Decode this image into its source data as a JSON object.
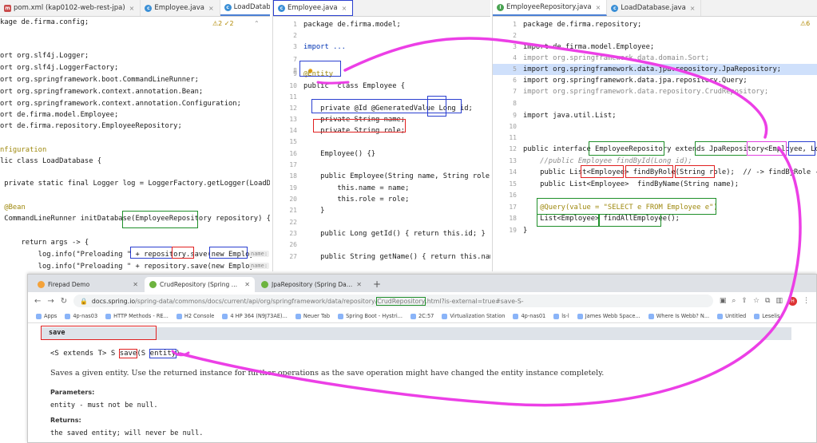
{
  "left": {
    "tabs": [
      {
        "label": "pom.xml (kap0102-web-rest-jpa)",
        "icon": "maven"
      },
      {
        "label": "Employee.java",
        "icon": "class"
      },
      {
        "label": "LoadDatabase.java",
        "icon": "class"
      }
    ],
    "warnings": "⚠2 ✓2",
    "lines": [
      "kage de.firma.config;",
      "",
      "",
      "ort org.slf4j.Logger;",
      "ort org.slf4j.LoggerFactory;",
      "ort org.springframework.boot.CommandLineRunner;",
      "ort org.springframework.context.annotation.Bean;",
      "ort org.springframework.context.annotation.Configuration;",
      "ort de.firma.model.Employee;",
      "ort de.firma.repository.EmployeeRepository;",
      "",
      "nfiguration",
      "lic class LoadDatabase {",
      "",
      " private static final Logger log = LoggerFactory.getLogger(LoadDataba",
      "",
      " @Bean",
      " CommandLineRunner initDatabase(EmployeeRepository repository) {",
      "",
      "     return args -> {",
      "         log.info(\"Preloading \" + repository.save(new Employee(",
      "         log.info(\"Preloading \" + repository.save(new Employee(",
      "     };",
      " }"
    ],
    "hint_label": "name:"
  },
  "middle": {
    "tab": "Employee.java",
    "lines": [
      {
        "n": "1",
        "t": "package de.firma.model;"
      },
      {
        "n": "2",
        "t": ""
      },
      {
        "n": "3",
        "t": "import ..."
      },
      {
        "n": "7",
        "t": ""
      },
      {
        "n": "8",
        "t": ""
      },
      {
        "n": "9",
        "t": "@Entity"
      },
      {
        "n": "10",
        "t": "public  class Employee {"
      },
      {
        "n": "11",
        "t": ""
      },
      {
        "n": "12",
        "t": "    private @Id @GeneratedValue Long id;"
      },
      {
        "n": "13",
        "t": "    private String name;"
      },
      {
        "n": "14",
        "t": "    private String role;"
      },
      {
        "n": "15",
        "t": ""
      },
      {
        "n": "16",
        "t": "    Employee() {}"
      },
      {
        "n": "17",
        "t": ""
      },
      {
        "n": "18",
        "t": "    public Employee(String name, String role) {"
      },
      {
        "n": "19",
        "t": "        this.name = name;"
      },
      {
        "n": "20",
        "t": "        this.role = role;"
      },
      {
        "n": "21",
        "t": "    }"
      },
      {
        "n": "22",
        "t": ""
      },
      {
        "n": "23",
        "t": "    public Long getId() { return this.id; }"
      },
      {
        "n": "26",
        "t": ""
      },
      {
        "n": "27",
        "t": "    public String getName() { return this.name;"
      }
    ]
  },
  "right": {
    "tabs": [
      {
        "label": "EmployeeRepository.java",
        "icon": "iface"
      },
      {
        "label": "LoadDatabase.java",
        "icon": "class"
      }
    ],
    "warnings": "⚠6",
    "lines": [
      {
        "n": "1",
        "t": "package de.firma.repository;"
      },
      {
        "n": "2",
        "t": ""
      },
      {
        "n": "3",
        "t": "import de.firma.model.Employee;"
      },
      {
        "n": "4",
        "t": "import org.springframework.data.domain.Sort;"
      },
      {
        "n": "5",
        "t": "import org.springframework.data.jpa.repository.JpaRepository;"
      },
      {
        "n": "6",
        "t": "import org.springframework.data.jpa.repository.Query;"
      },
      {
        "n": "7",
        "t": "import org.springframework.data.repository.CrudRepository;"
      },
      {
        "n": "8",
        "t": ""
      },
      {
        "n": "9",
        "t": "import java.util.List;"
      },
      {
        "n": "10",
        "t": ""
      },
      {
        "n": "11",
        "t": ""
      },
      {
        "n": "12",
        "t": "public interface EmployeeRepository extends JpaRepository<Employee, Long> {"
      },
      {
        "n": "13",
        "t": "    //public Employee findById(Long id);"
      },
      {
        "n": "14",
        "t": "    public List<Employee> findByRole(String role);  // -> findByRole -> Pr"
      },
      {
        "n": "15",
        "t": "    public List<Employee>  findByName(String name);"
      },
      {
        "n": "16",
        "t": ""
      },
      {
        "n": "17",
        "t": "    @Query(value = \"SELECT e FROM Employee e\")"
      },
      {
        "n": "18",
        "t": "    List<Employee> findAllEmployee();"
      },
      {
        "n": "19",
        "t": "}"
      }
    ]
  },
  "browser": {
    "tabs": [
      {
        "label": "Firepad Demo",
        "color": "#f4a23a"
      },
      {
        "label": "CrudRepository (Spring Data Co",
        "color": "#6db33f"
      },
      {
        "label": "JpaRepository (Spring Data JPA",
        "color": "#6db33f"
      }
    ],
    "url_host": "docs.spring.io",
    "url_path": "/spring-data/commons/docs/current/api/org/springframework/data/repository/",
    "url_highlight": "CrudRepository",
    "url_tail": ".html?is-external=true#save-S-",
    "bookmarks": [
      "Apps",
      "4p-nas03",
      "HTTP Methods - RE...",
      "H2 Console",
      "4 HP 364 (N9J73AE)...",
      "Neuer Tab",
      "Spring Boot - Hystri...",
      "2C:57",
      "Virtualization Station",
      "4p-nas01",
      "ls-l",
      "James Webb Space...",
      "Where Is Webb? N...",
      "Untitled",
      "Leselis"
    ],
    "method_heading": "save",
    "signature_pre": "<S extends T> S ",
    "signature_method": "save",
    "signature_mid": "(S ",
    "signature_param": "entity",
    "signature_post": ")",
    "description": "Saves a given entity. Use the returned instance for further operations as the save operation might have changed the entity instance completely.",
    "params_label": "Parameters:",
    "params_value": "entity - must not be null.",
    "returns_label": "Returns:",
    "returns_value": "the saved entity; will never be null."
  }
}
